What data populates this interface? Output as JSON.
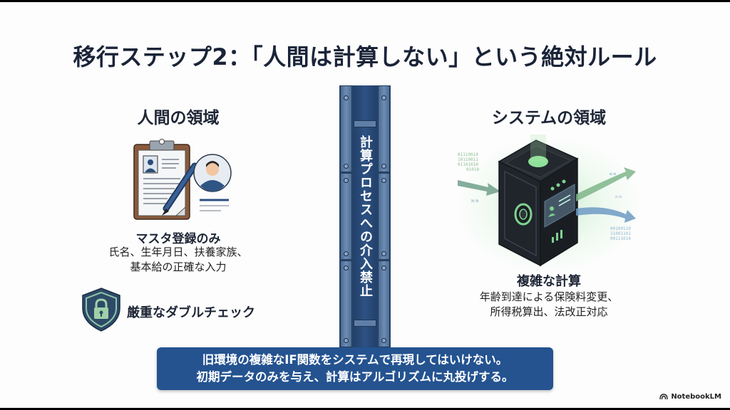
{
  "slide": {
    "title": "移行ステップ2：「人間は計算しない」という絶対ルール",
    "left": {
      "heading": "人間の領域",
      "subheading": "マスタ登録のみ",
      "description_line1": "氏名、生年月日、扶養家族、",
      "description_line2": "基本給の正確な入力",
      "check_label": "厳重なダブルチェック",
      "icons": [
        "clipboard-icon",
        "pen-icon",
        "user-avatar-icon",
        "shield-lock-icon"
      ]
    },
    "divider": {
      "label": "計算プロセスへの介入禁止"
    },
    "right": {
      "heading": "システムの領域",
      "subheading": "複雑な計算",
      "description_line1": "年齢到達による保険料変更、",
      "description_line2": "所得税算出、法改正対応",
      "binary_in": [
        "01110010",
        "10110011",
        "01101010",
        "01010"
      ],
      "binary_out": [
        "00100110",
        "11001101",
        "00111010"
      ],
      "icons": [
        "secure-vault-icon",
        "data-in-arrow-icon",
        "data-out-arrow-icon"
      ]
    },
    "banner": {
      "line1": "旧環境の複雑なIF関数をシステムで再現してはいけない。",
      "line2": "初期データのみを与え、計算はアルゴリズムに丸投げする。"
    },
    "brand": "NotebookLM"
  },
  "colors": {
    "title": "#1a2438",
    "banner": "#245390",
    "pillar": "#2b4a70",
    "accent_green": "#7fd38f",
    "vault": "#23282f"
  }
}
